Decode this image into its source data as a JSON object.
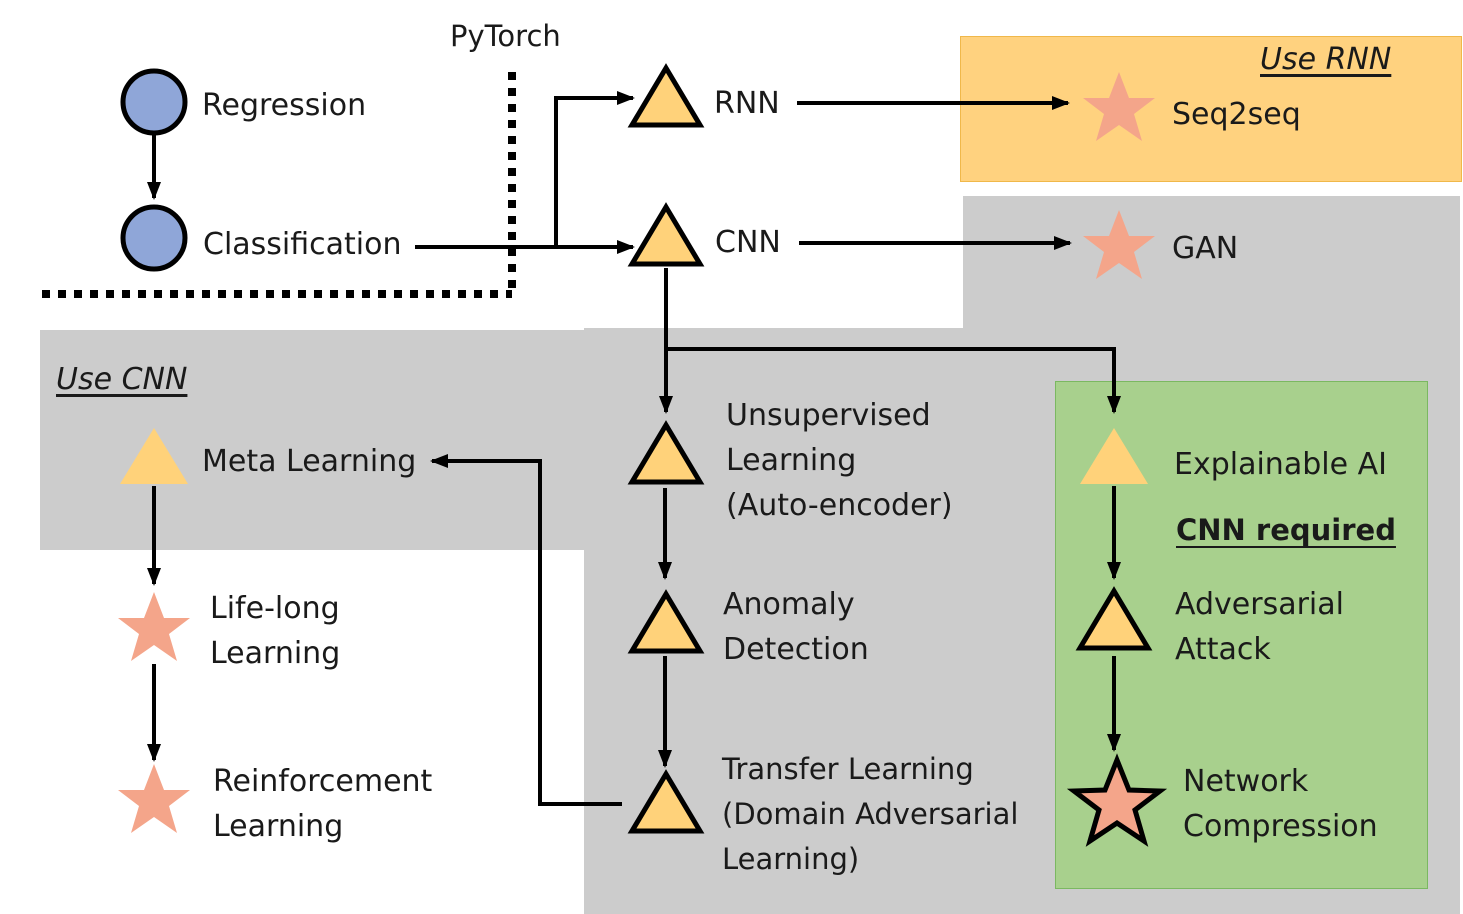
{
  "colors": {
    "circle_fill": "#8fa6d8",
    "triangle_fill": "#ffd27a",
    "star_fill": "#f4a58a",
    "rnn_region": "#ffd27f",
    "cnn_region": "#cccccc",
    "required_region": "#a8d08d",
    "line": "#000000"
  },
  "header": {
    "pytorch_label": "PyTorch"
  },
  "regions": {
    "rnn": "Use RNN",
    "cnn": "Use CNN",
    "required": "CNN required"
  },
  "nodes": {
    "regression": {
      "icon": "circle",
      "lines": [
        "Regression"
      ]
    },
    "classification": {
      "icon": "circle",
      "lines": [
        "Classification"
      ]
    },
    "rnn": {
      "icon": "triangle",
      "lines": [
        "RNN"
      ]
    },
    "cnn": {
      "icon": "triangle",
      "lines": [
        "CNN"
      ]
    },
    "seq2seq": {
      "icon": "star",
      "lines": [
        "Seq2seq"
      ]
    },
    "gan": {
      "icon": "star",
      "lines": [
        "GAN"
      ]
    },
    "meta_learning": {
      "icon": "triangle",
      "lines": [
        "Meta Learning"
      ]
    },
    "life_long": {
      "icon": "star",
      "lines": [
        "Life-long",
        "Learning"
      ]
    },
    "reinforcement": {
      "icon": "star",
      "lines": [
        "Reinforcement",
        "Learning"
      ]
    },
    "unsupervised": {
      "icon": "triangle",
      "lines": [
        "Unsupervised",
        "Learning",
        "(Auto-encoder)"
      ]
    },
    "anomaly": {
      "icon": "triangle",
      "lines": [
        "Anomaly",
        "Detection"
      ]
    },
    "transfer": {
      "icon": "triangle",
      "lines": [
        "Transfer Learning",
        "(Domain Adversarial",
        "Learning)"
      ]
    },
    "explainable": {
      "icon": "triangle",
      "lines": [
        "Explainable AI"
      ]
    },
    "adversarial": {
      "icon": "triangle",
      "lines": [
        "Adversarial",
        "Attack"
      ]
    },
    "compression": {
      "icon": "star",
      "lines": [
        "Network",
        "Compression"
      ]
    }
  }
}
